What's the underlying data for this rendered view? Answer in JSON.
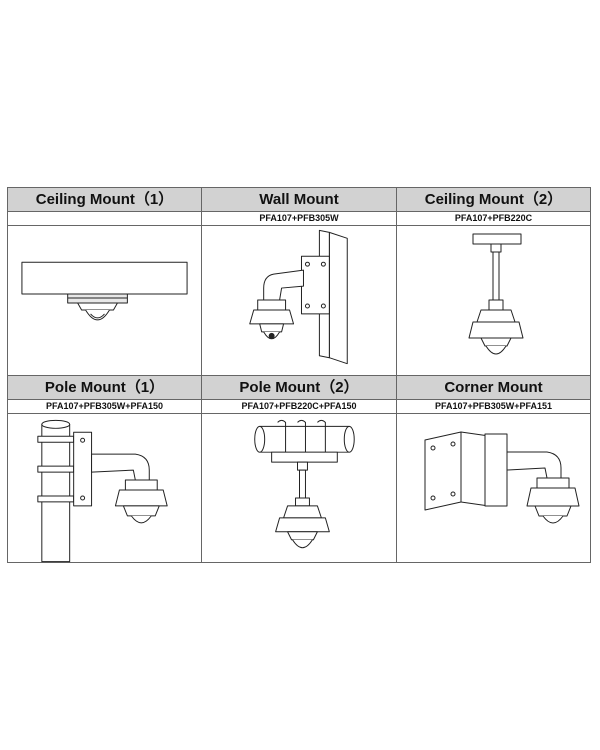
{
  "mounts": [
    {
      "title": "Ceiling Mount（1）",
      "accessories": "",
      "icon": "ceiling-mount-1-icon"
    },
    {
      "title": "Wall Mount",
      "accessories": "PFA107+PFB305W",
      "icon": "wall-mount-icon"
    },
    {
      "title": "Ceiling Mount（2）",
      "accessories": "PFA107+PFB220C",
      "icon": "ceiling-mount-2-icon"
    },
    {
      "title": "Pole Mount（1）",
      "accessories": "PFA107+PFB305W+PFA150",
      "icon": "pole-mount-1-icon"
    },
    {
      "title": "Pole Mount（2）",
      "accessories": "PFA107+PFB220C+PFA150",
      "icon": "pole-mount-2-icon"
    },
    {
      "title": "Corner Mount",
      "accessories": "PFA107+PFB305W+PFA151",
      "icon": "corner-mount-icon"
    }
  ]
}
